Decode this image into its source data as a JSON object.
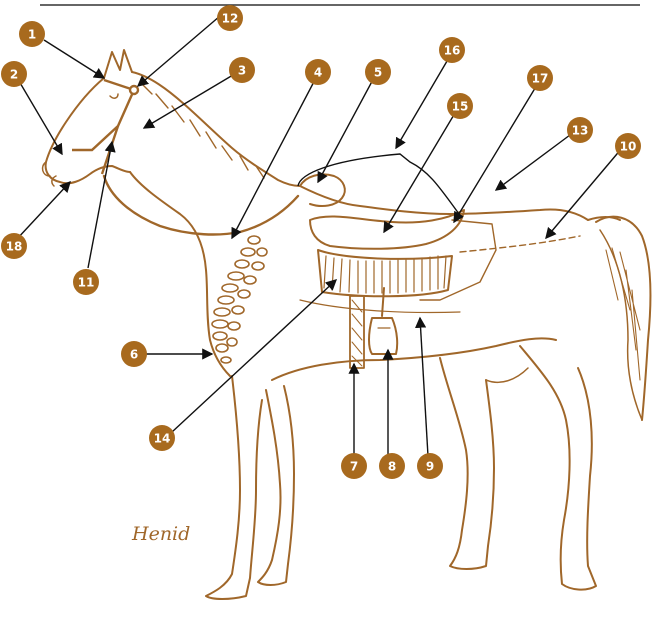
{
  "colors": {
    "ink": "#a0672a",
    "badge": "#a86a1e",
    "badge_text": "#ffffff",
    "arrow": "#111111",
    "background": "#ffffff"
  },
  "callouts": [
    "1",
    "2",
    "3",
    "4",
    "5",
    "6",
    "7",
    "8",
    "9",
    "10",
    "11",
    "12",
    "13",
    "14",
    "15",
    "16",
    "17",
    "18"
  ],
  "signature": "Henid"
}
